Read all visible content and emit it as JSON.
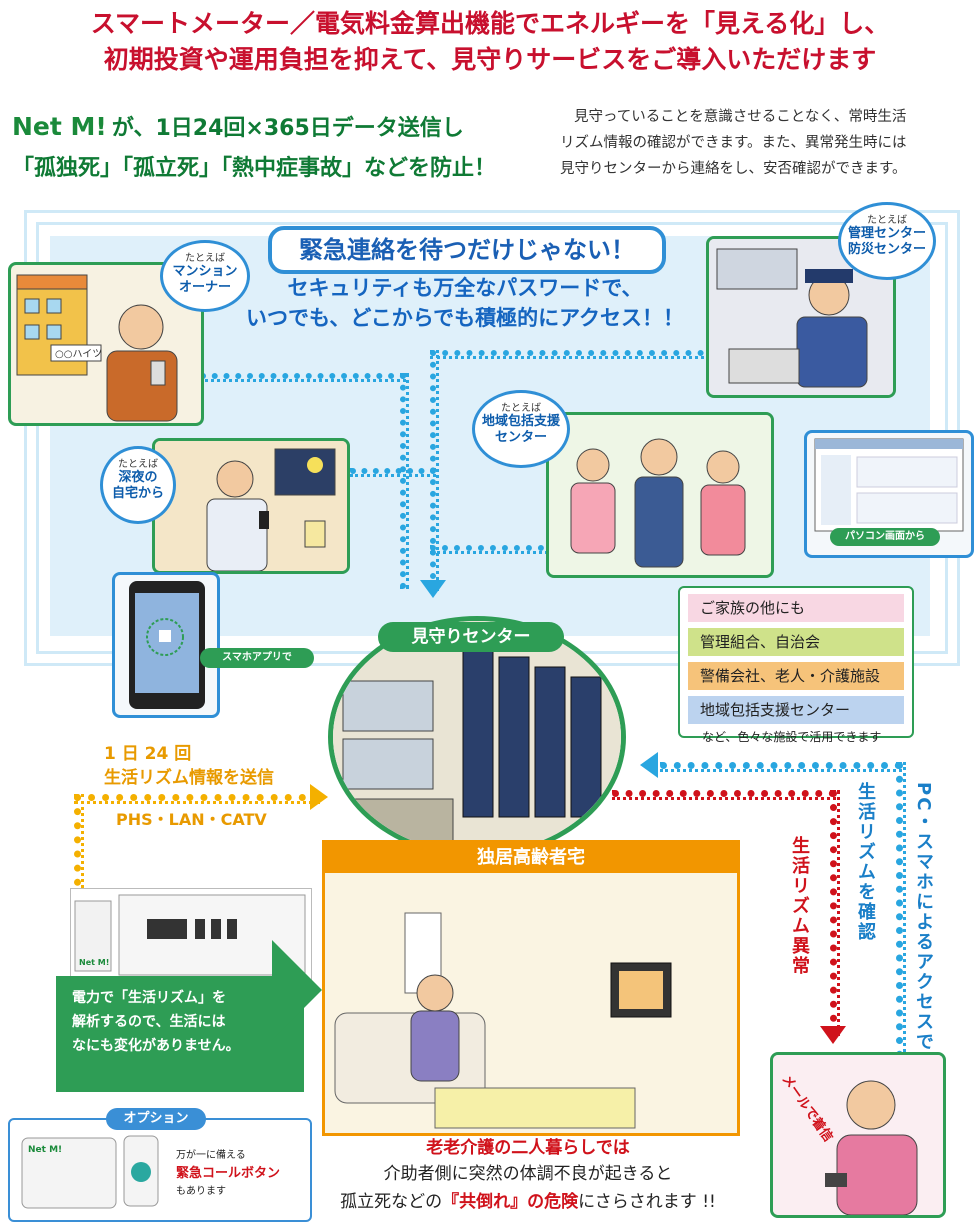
{
  "header": {
    "line1": "スマートメーター／電気料金算出機能でエネルギーを「見える化」し、",
    "line2": "初期投資や運用負担を抑えて、見守りサービスをご導入いただけます"
  },
  "intro": {
    "brand": "Net M!",
    "line1_rest": "が、1日24回×365日データ送信し",
    "line2": "「孤独死」「孤立死」「熱中症事故」などを防止！",
    "description": [
      "見守っていることを意識させることなく、常時生活",
      "リズム情報の確認ができます。また、異常発生時には",
      "見守りセンターから連絡をし、安否確認ができます。"
    ]
  },
  "callout": {
    "banner": "緊急連絡を待つだけじゃない！",
    "line1": "セキュリティも万全なパスワードで、",
    "line2": "いつでも、どこからでも積極的にアクセス！！"
  },
  "badges": {
    "owner": {
      "small": "たとえば",
      "main": [
        "マンション",
        "オーナー"
      ]
    },
    "home": {
      "small": "たとえば",
      "main": [
        "深夜の",
        "自宅から"
      ]
    },
    "community": {
      "small": "たとえば",
      "main": [
        "地域包括支援",
        "センター"
      ]
    },
    "security": {
      "small": "たとえば",
      "main": [
        "管理センター",
        "防災センター"
      ]
    }
  },
  "labels": {
    "smartphone_app": "スマホアプリで",
    "pc_screen": "パソコン画面から",
    "building_sign": "○○ハイツ",
    "center_title": "見守りセンター",
    "home_title": "独居高齢者宅",
    "mail": "メールで着信"
  },
  "legend": {
    "items": [
      {
        "label": "ご家族の他にも",
        "color": "#f8d7e3"
      },
      {
        "label": "管理組合、自治会",
        "color": "#cfe28a"
      },
      {
        "label": "警備会社、老人・介護施設",
        "color": "#f6c37a"
      },
      {
        "label": "地域包括支援センター",
        "color": "#bcd3ef"
      }
    ],
    "note": "など、色々な施設で活用できます"
  },
  "flows": {
    "send_line1": "1 日 24 回",
    "send_line2": "生活リズム情報を送信",
    "network": "PHS・LAN・CATV",
    "abnormal": "生活リズム異常",
    "confirm": "生活リズムを確認",
    "access": "PC・スマホによるアクセスで"
  },
  "device_note": [
    "電力で「生活リズム」を",
    "解析するので、生活には",
    "なにも変化がありません。"
  ],
  "device_brand": "Net M!",
  "option": {
    "title": "オプション",
    "small": "万が一に備える",
    "main": "緊急コールボタン",
    "tail": "もあります",
    "device_brand": "Net M!"
  },
  "bottom": {
    "line1": "老老介護の二人暮らしでは",
    "line2": "介助者側に突然の体調不良が起きると",
    "line3_pre": "孤立死などの",
    "line3_em": "『共倒れ』の危険",
    "line3_post": "にさらされます !!"
  }
}
